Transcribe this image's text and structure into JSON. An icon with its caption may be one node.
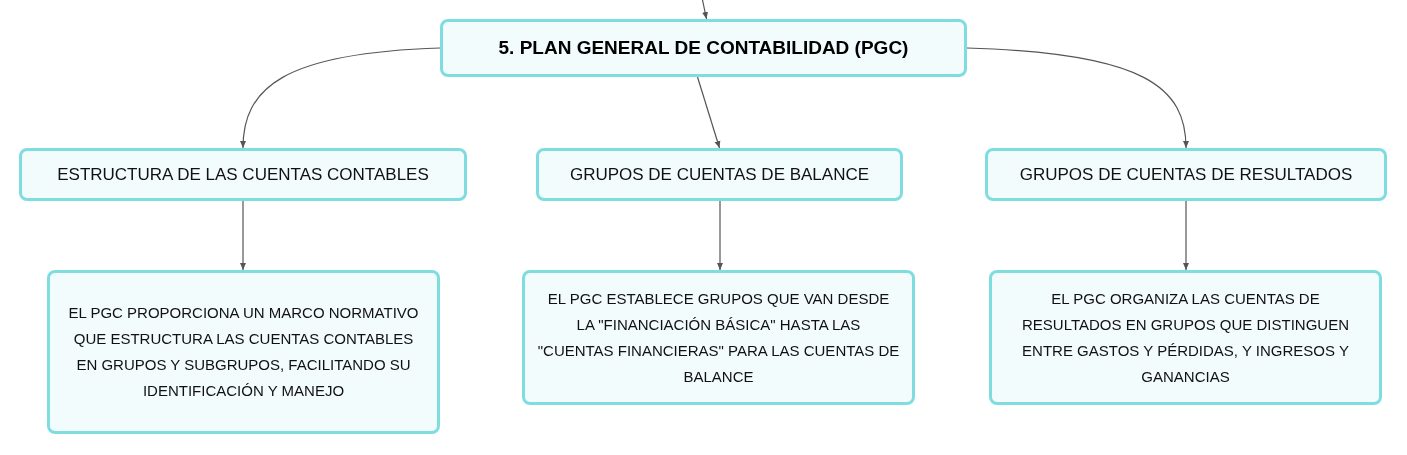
{
  "diagram": {
    "nodes": [
      {
        "text": [
          "5. PLAN GENERAL DE CONTABILIDAD (PGC)"
        ]
      },
      {
        "text": [
          "ESTRUCTURA DE LAS CUENTAS CONTABLES"
        ]
      },
      {
        "text": [
          "GRUPOS DE CUENTAS DE BALANCE"
        ]
      },
      {
        "text": [
          "GRUPOS DE CUENTAS DE RESULTADOS"
        ]
      },
      {
        "text": [
          "EL PGC PROPORCIONA UN MARCO NORMATIVO QUE ESTRUCTURA LAS CUENTAS CONTABLES EN GRUPOS Y SUBGRUPOS, FACILITANDO SU IDENTIFICACIÓN Y MANEJO"
        ]
      },
      {
        "text": [
          "EL PGC ESTABLECE GRUPOS QUE VAN DESDE LA \"FINANCIACIÓN BÁSICA\" HASTA LAS \"CUENTAS FINANCIERAS\" PARA LAS CUENTAS DE BALANCE"
        ]
      },
      {
        "text": [
          "EL PGC ORGANIZA LAS CUENTAS DE RESULTADOS EN GRUPOS QUE DISTINGUEN ENTRE GASTOS Y PÉRDIDAS, Y INGRESOS Y GANANCIAS"
        ]
      }
    ],
    "edges": [
      {
        "from": null,
        "to": 0,
        "arrow": "to"
      },
      {
        "from": 0,
        "to": 1,
        "arrow": "to"
      },
      {
        "from": 0,
        "to": 2,
        "arrow": "to"
      },
      {
        "from": 0,
        "to": 3,
        "arrow": "to"
      },
      {
        "from": 1,
        "to": 4,
        "arrow": "to"
      },
      {
        "from": 2,
        "to": 5,
        "arrow": "to"
      },
      {
        "from": 3,
        "to": 6,
        "arrow": "to"
      }
    ]
  }
}
